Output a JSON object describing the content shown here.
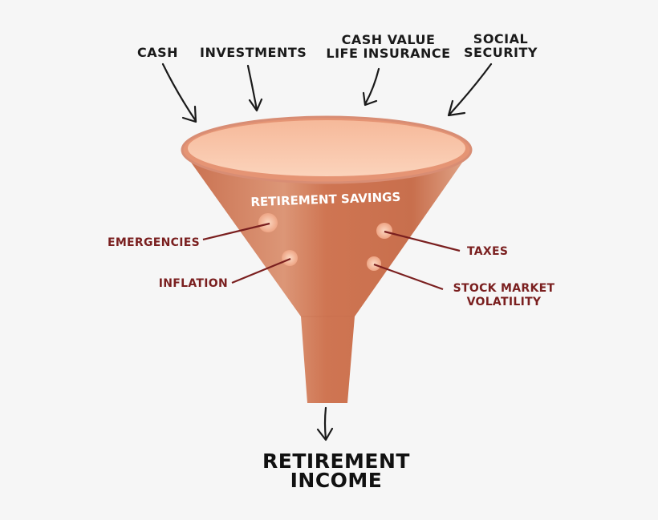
{
  "sources": {
    "cash": "CASH",
    "investments": "INVESTMENTS",
    "cash_value_line1": "CASH VALUE",
    "cash_value_line2": "LIFE INSURANCE",
    "social_line1": "SOCIAL",
    "social_line2": "SECURITY"
  },
  "funnel": {
    "label": "RETIREMENT SAVINGS",
    "color": "#d98563",
    "rim_color": "#f8c7a8"
  },
  "leaks": {
    "emergencies": "EMERGENCIES",
    "inflation": "INFLATION",
    "taxes": "TAXES",
    "stock_line1": "STOCK MARKET",
    "stock_line2": "VOLATILITY",
    "color": "#7a1f1f"
  },
  "output": {
    "line1": "RETIREMENT",
    "line2": "INCOME"
  }
}
